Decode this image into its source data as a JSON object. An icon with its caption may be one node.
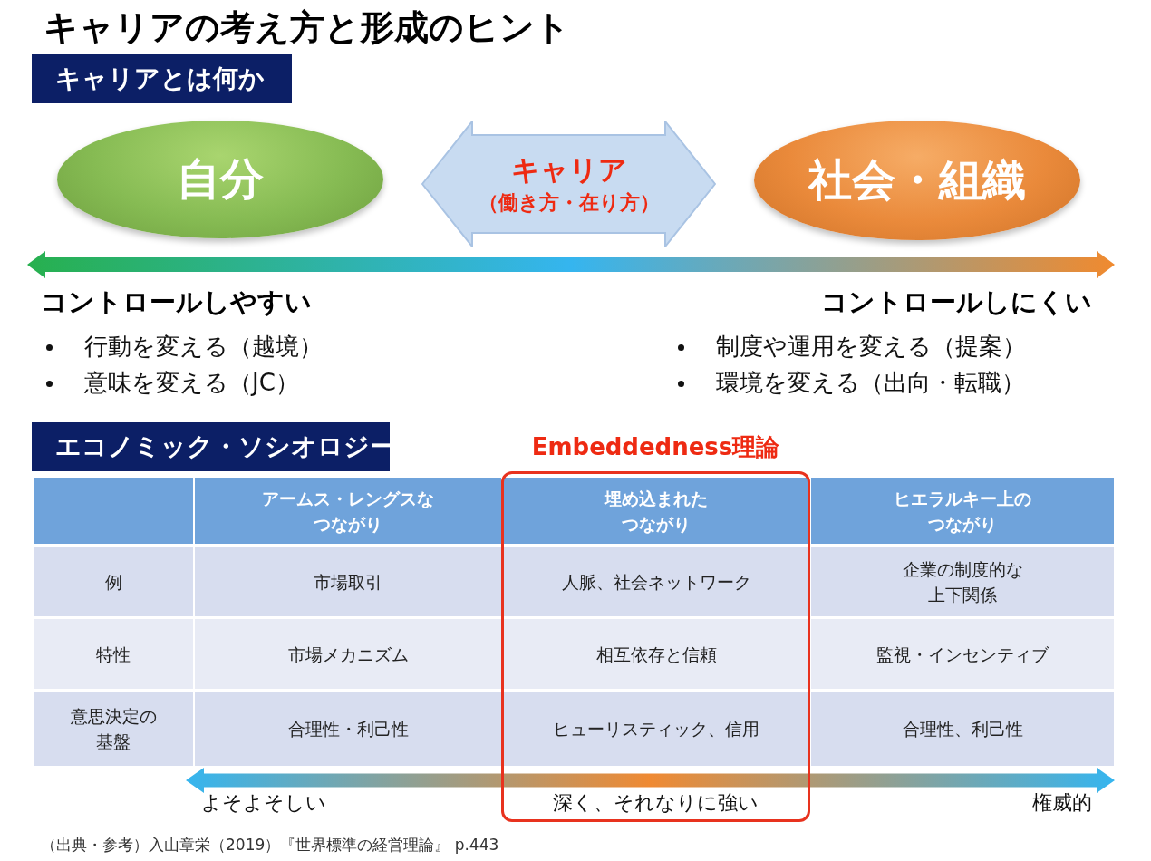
{
  "diagram": {
    "title": "キャリアの考え方と形成のヒント",
    "caption": "（出典・参考）入山章栄（2019）『世界標準の経営理論』 p.443",
    "nodes": [
      {
        "text": [
          "キャリアとは何か"
        ]
      },
      {
        "text": [
          "自分"
        ]
      },
      {
        "text": [
          "キャリア",
          "（働き方・在り方）"
        ]
      },
      {
        "text": [
          "社会・組織"
        ]
      },
      {
        "text": [
          "エコノミック・ソシオロジー"
        ]
      },
      {
        "text": [
          "Embeddedness理論"
        ]
      }
    ],
    "labels": [
      "コントロールしやすい",
      "行動を変える（越境）",
      "意味を変える（JC）",
      "コントロールしにくい",
      "制度や運用を変える（提案）",
      "環境を変える（出向・転職）",
      "アームス・レングスなつながり",
      "埋め込まれたつながり",
      "ヒエラルキー上のつながり",
      "例",
      "市場取引",
      "人脈、社会ネットワーク",
      "企業の制度的な上下関係",
      "特性",
      "市場メカニズム",
      "相互依存と信頼",
      "監視・インセンティブ",
      "意思決定の基盤",
      "合理性・利己性",
      "ヒューリスティック、信用",
      "合理性、利己性",
      "よそよそしい",
      "深く、それなりに強い",
      "権威的"
    ]
  }
}
